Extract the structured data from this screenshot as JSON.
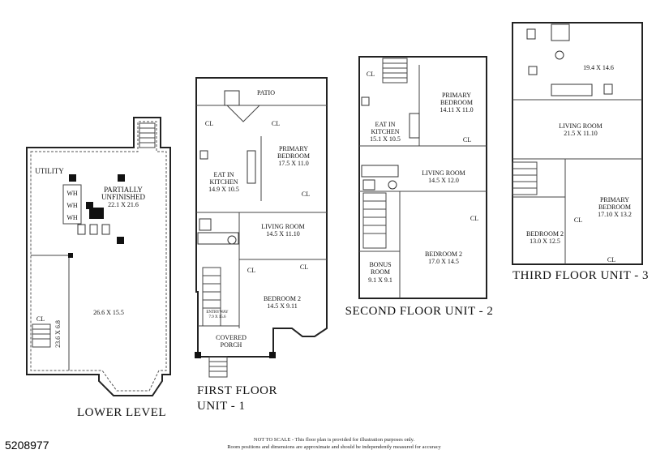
{
  "lower_level": {
    "title": "LOWER LEVEL",
    "utility": "UTILITY",
    "wh": [
      "WH",
      "WH",
      "WH"
    ],
    "partially_line1": "PARTIALLY",
    "partially_line2": "UNFINISHED",
    "partially_dim": "22.1 X 21.6",
    "room_dim": "26.6 X 15.5",
    "closet": "CL",
    "side_dim": "23.6 X 6.8"
  },
  "first_floor": {
    "title_line1": "FIRST FLOOR",
    "title_line2": "UNIT - 1",
    "patio": "PATIO",
    "cl_a": "CL",
    "cl_b": "CL",
    "cl_c": "CL",
    "cl_d": "CL",
    "cl_e": "CL",
    "primary_line1": "PRIMARY",
    "primary_line2": "BEDROOM",
    "primary_dim": "17.5 X 11.0",
    "kitchen_line1": "EAT IN",
    "kitchen_line2": "KITCHEN",
    "kitchen_dim": "14.9 X 10.5",
    "living": "LIVING ROOM",
    "living_dim": "14.5 X 11.10",
    "bedroom2": "BEDROOM 2",
    "bedroom2_dim": "14.5 X 9.11",
    "entry": "ENTRYWAY",
    "entry_dim": "7.9 X 15.6",
    "porch_line1": "COVERED",
    "porch_line2": "PORCH"
  },
  "second_floor": {
    "title": "SECOND FLOOR UNIT - 2",
    "cl_a": "CL",
    "cl_b": "CL",
    "cl_c": "CL",
    "primary_line1": "PRIMARY",
    "primary_line2": "BEDROOM",
    "primary_dim": "14.11 X 11.0",
    "kitchen_line1": "EAT IN",
    "kitchen_line2": "KITCHEN",
    "kitchen_dim": "15.1 X 10.5",
    "living": "LIVING ROOM",
    "living_dim": "14.5 X 12.0",
    "bedroom2": "BEDROOM 2",
    "bedroom2_dim": "17.0 X 14.5",
    "bonus_line1": "BONUS",
    "bonus_line2": "ROOM",
    "bonus_dim": "9.1 X 9.1"
  },
  "third_floor": {
    "title": "THIRD FLOOR UNIT - 3",
    "kitchen_dim": "19.4 X 14.6",
    "living": "LIVING ROOM",
    "living_dim": "21.5 X 11.10",
    "primary_line1": "PRIMARY",
    "primary_line2": "BEDROOM",
    "primary_dim": "17.10 X 13.2",
    "bedroom2": "BEDROOM 2",
    "bedroom2_dim": "13.0 X 12.5",
    "cl_a": "CL",
    "cl_b": "CL"
  },
  "footer": {
    "listing_id": "5208977",
    "note_line1": "NOT TO SCALE - This floor plan is provided for illustration purposes only.",
    "note_line2": "Room positions and dimensions are approximate and should be independently measured for accuracy"
  }
}
